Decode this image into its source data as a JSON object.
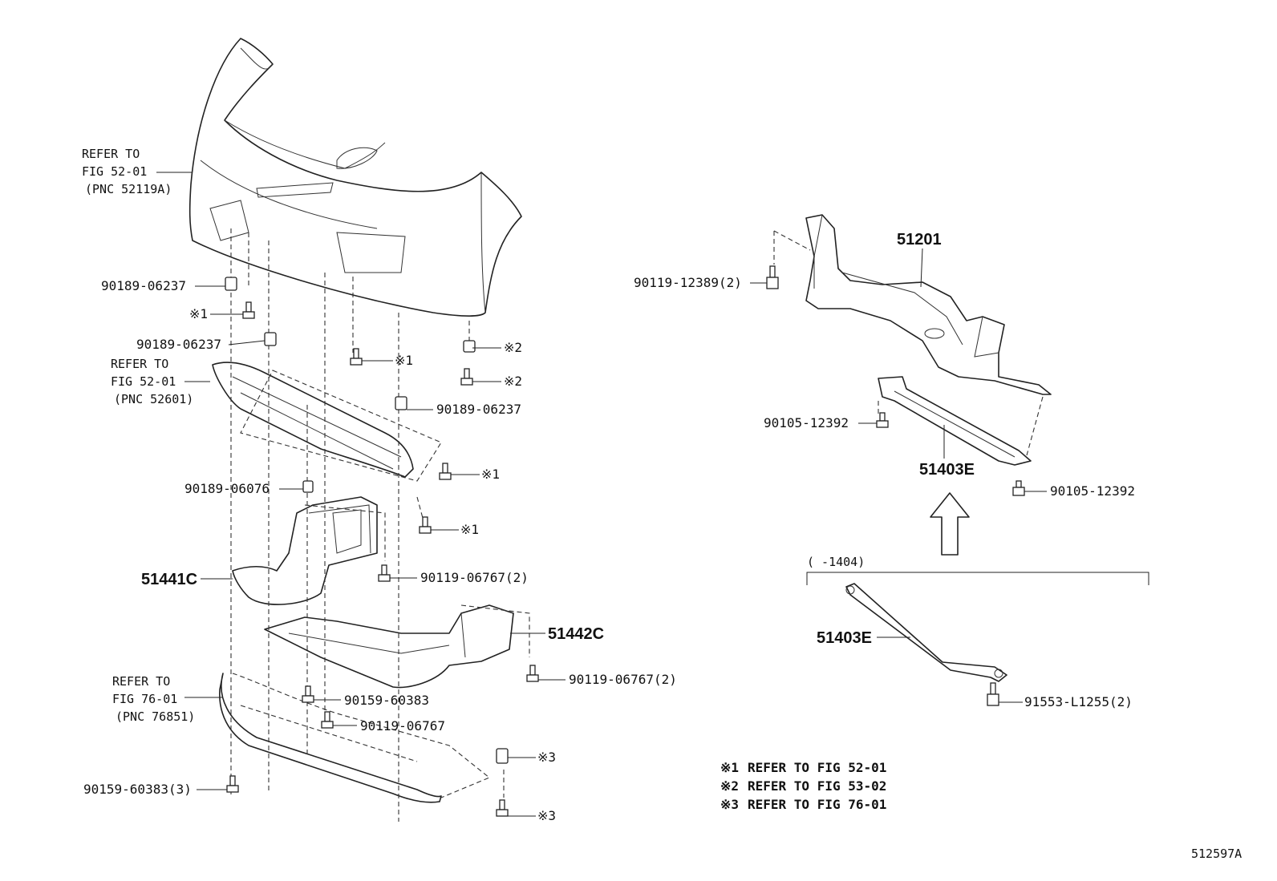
{
  "diagram_id": "512597A",
  "refer_notes": [
    {
      "line1": "REFER TO",
      "line2": "FIG 52-01",
      "line3": "(PNC 52119A)"
    },
    {
      "line1": "REFER TO",
      "line2": "FIG 52-01",
      "line3": "(PNC 52601)"
    },
    {
      "line1": "REFER TO",
      "line2": "FIG 76-01",
      "line3": "(PNC 76851)"
    }
  ],
  "parts": {
    "p51201": "51201",
    "p51403E_top": "51403E",
    "p51403E_bottom": "51403E",
    "p51441C": "51441C",
    "p51442C": "51442C"
  },
  "fasteners": {
    "f1": "90189-06237",
    "f2": "90189-06237",
    "f3": "90189-06237",
    "f4": "90189-06076",
    "f5": "90119-06767(2)",
    "f6": "90119-06767(2)",
    "f7": "90159-60383",
    "f8": "90119-06767",
    "f9": "90159-60383(3)",
    "f10": "90119-12389(2)",
    "f11": "90105-12392",
    "f12": "90105-12392",
    "f13": "91553-L1255(2)"
  },
  "marks": {
    "m1a": "※1",
    "m1b": "※1",
    "m1c": "※1",
    "m1d": "※1",
    "m2a": "※2",
    "m2b": "※2",
    "m3a": "※3",
    "m3b": "※3"
  },
  "bracket_label": "(      -1404)",
  "legend": [
    {
      "mark": "※1",
      "text": "REFER TO FIG 52-01"
    },
    {
      "mark": "※2",
      "text": "REFER TO FIG 53-02"
    },
    {
      "mark": "※3",
      "text": "REFER TO FIG 76-01"
    }
  ]
}
